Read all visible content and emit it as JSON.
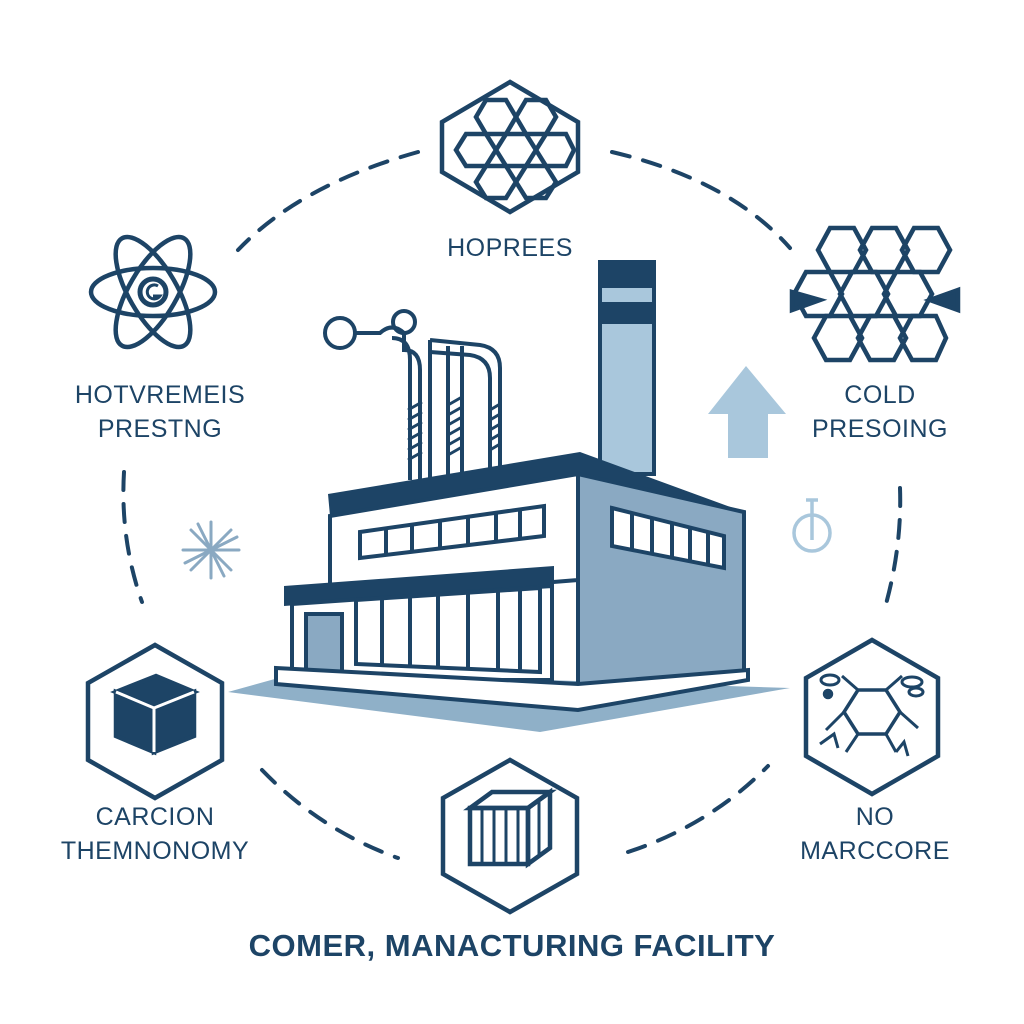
{
  "caption": "COMER, MANACTURING FACILITY",
  "nodes": {
    "top": {
      "icon": "honeycomb-hexagon-icon",
      "lines": [
        "HOPREES"
      ]
    },
    "upper_left": {
      "icon": "atom-icon",
      "lines": [
        "HOTVREMEIS",
        "PRESTNG"
      ]
    },
    "upper_right": {
      "icon": "honeycomb-lattice-icon",
      "lines": [
        "COLD",
        "PRESOING"
      ]
    },
    "lower_left": {
      "icon": "cube-hexagon-icon",
      "lines": [
        "CARCION",
        "THEMNONOMY"
      ]
    },
    "bottom": {
      "icon": "striped-cube-hexagon-icon",
      "lines": []
    },
    "lower_right": {
      "icon": "molecular-structure-hexagon-icon",
      "lines": [
        "NO",
        "MARCCORE"
      ]
    }
  },
  "colors": {
    "navy": "#1d4466",
    "steel": "#8aa9c2",
    "light_blue": "#a9c7dc",
    "ground": "#7e9fba"
  }
}
